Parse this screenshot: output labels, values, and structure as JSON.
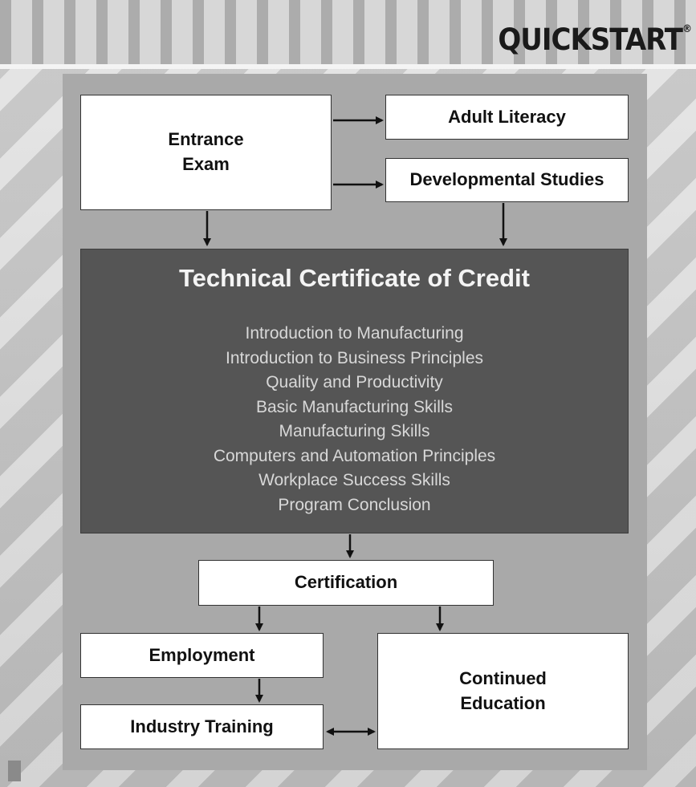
{
  "header": {
    "logo_text": "QUICKSTART",
    "logo_mark": "®"
  },
  "diagram": {
    "entrance_exam": "Entrance\nExam",
    "adult_literacy": "Adult Literacy",
    "developmental_studies": "Developmental Studies",
    "tcc": {
      "title": "Technical Certificate of Credit",
      "courses": [
        "Introduction to Manufacturing",
        "Introduction to Business Principles",
        "Quality and Productivity",
        "Basic Manufacturing Skills",
        "Manufacturing Skills",
        "Computers and Automation Principles",
        "Workplace Success Skills",
        "Program Conclusion"
      ]
    },
    "certification": "Certification",
    "employment": "Employment",
    "industry_training": "Industry Training",
    "continued_education": "Continued\nEducation"
  },
  "colors": {
    "panel": "#a9a9a9",
    "tcc_fill": "#555555",
    "box_fill": "#ffffff"
  }
}
